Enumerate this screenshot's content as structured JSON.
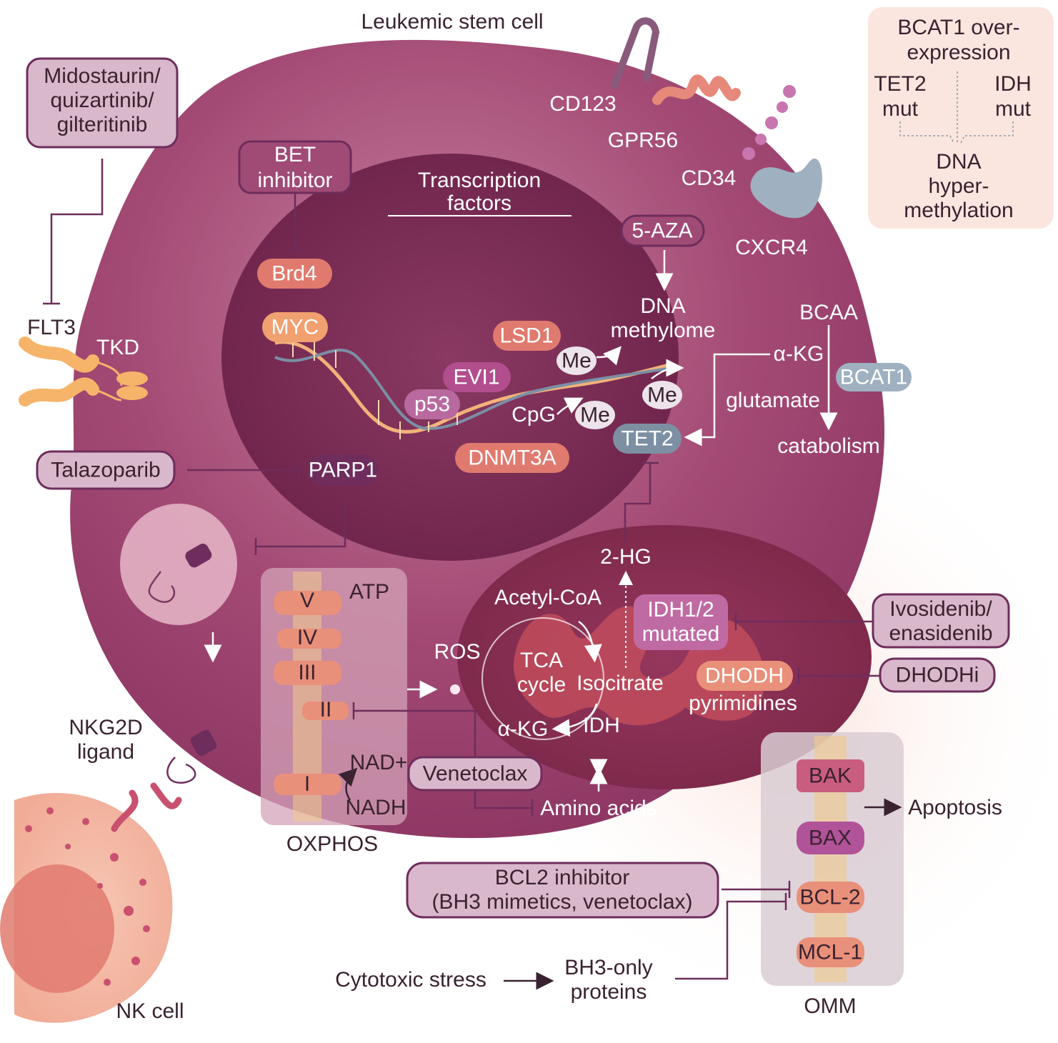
{
  "title": "Leukemic stem cell",
  "legend_box": {
    "line1": "BCAT1 over-",
    "line2": "expression",
    "tet2_1": "TET2",
    "tet2_2": "mut",
    "idh_1": "IDH",
    "idh_2": "mut",
    "out1": "DNA",
    "out2": "hyper-",
    "out3": "methylation"
  },
  "drugs": {
    "midostaurin": [
      "Midostaurin/",
      "quizartinib/",
      "gilteritinib"
    ],
    "bet": [
      "BET",
      "inhibitor"
    ],
    "aza": "5-AZA",
    "talazoparib": "Talazoparib",
    "ivosidenib": [
      "Ivosidenib/",
      "enasidenib"
    ],
    "dhodhi": "DHODHi",
    "venetoclax": "Venetoclax",
    "bcl2_inhibitor": [
      "BCL2 inhibitor",
      "(BH3 mimetics, venetoclax)"
    ]
  },
  "receptors": {
    "flt3": "FLT3",
    "tkd": "TKD",
    "cd123": "CD123",
    "gpr56": "GPR56",
    "cd34": "CD34",
    "cxcr4": "CXCR4",
    "nkg2d": [
      "NKG2D",
      "ligand"
    ]
  },
  "nucleus": {
    "tf_title": [
      "Transcription",
      "factors"
    ],
    "brd4": "Brd4",
    "myc": "MYC",
    "lsd1": "LSD1",
    "evi1": "EVI1",
    "p53": "p53",
    "cpg": "CpG",
    "me": "Me",
    "dnmt3a": "DNMT3A",
    "tet2": "TET2",
    "methylome": [
      "DNA",
      "methylome"
    ],
    "parp1": "PARP1"
  },
  "bcaa": {
    "bcaa": "BCAA",
    "akg": "α-KG",
    "bcat1": "BCAT1",
    "glutamate": "glutamate",
    "catabolism": "catabolism"
  },
  "mito": {
    "twohg": "2-HG",
    "acetyl": "Acetyl-CoA",
    "idh12": [
      "IDH1/2",
      "mutated"
    ],
    "ros": "ROS",
    "tca": [
      "TCA",
      "cycle"
    ],
    "isocitrate": "Isocitrate",
    "akg": "α-KG",
    "idh": "IDH",
    "dhodh": "DHODH",
    "pyrimidines": "pyrimidines",
    "amino": "Amino acids"
  },
  "oxphos": {
    "title": "OXPHOS",
    "atp": "ATP",
    "complexes": [
      "V",
      "IV",
      "III",
      "II",
      "I"
    ],
    "nad": "NAD+",
    "nadh": "NADH"
  },
  "omm": {
    "title": "OMM",
    "bak": "BAK",
    "bax": "BAX",
    "bcl2": "BCL-2",
    "mcl1": "MCL-1",
    "apoptosis": "Apoptosis"
  },
  "stress": {
    "cytotoxic": "Cytotoxic stress",
    "bh3": [
      "BH3-only",
      "proteins"
    ]
  },
  "nk": "NK cell",
  "colors": {
    "cell": "#9a3f6a",
    "nucleus": "#7a2a55",
    "drug_border": "#6e2d5c",
    "drug_fill": "#d9b8cc",
    "salmon": "#e07a6e",
    "gray_blue": "#7d8fa3"
  }
}
